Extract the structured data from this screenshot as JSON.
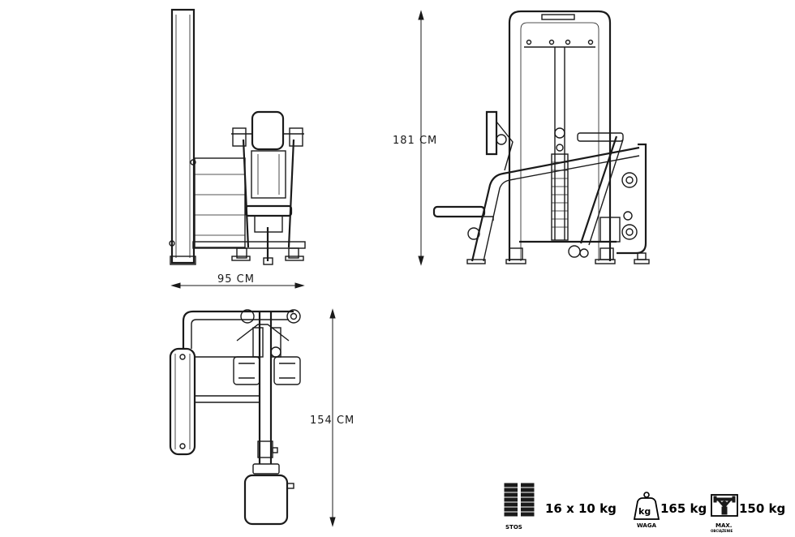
{
  "dimensions": {
    "width": "95 CM",
    "height": "181 CM",
    "length": "154 CM"
  },
  "specs": {
    "stack": {
      "value": "16 x 10 kg",
      "caption": "STOS",
      "icon": "weight-stack-icon"
    },
    "weight": {
      "value": "165 kg",
      "caption": "WAGA",
      "icon_text": "kg",
      "icon": "weight-kg-icon"
    },
    "max_load": {
      "value": "150 kg",
      "caption_line1": "MAX.",
      "caption_line2": "OBCIĄŻENIE",
      "icon": "max-load-icon"
    }
  }
}
